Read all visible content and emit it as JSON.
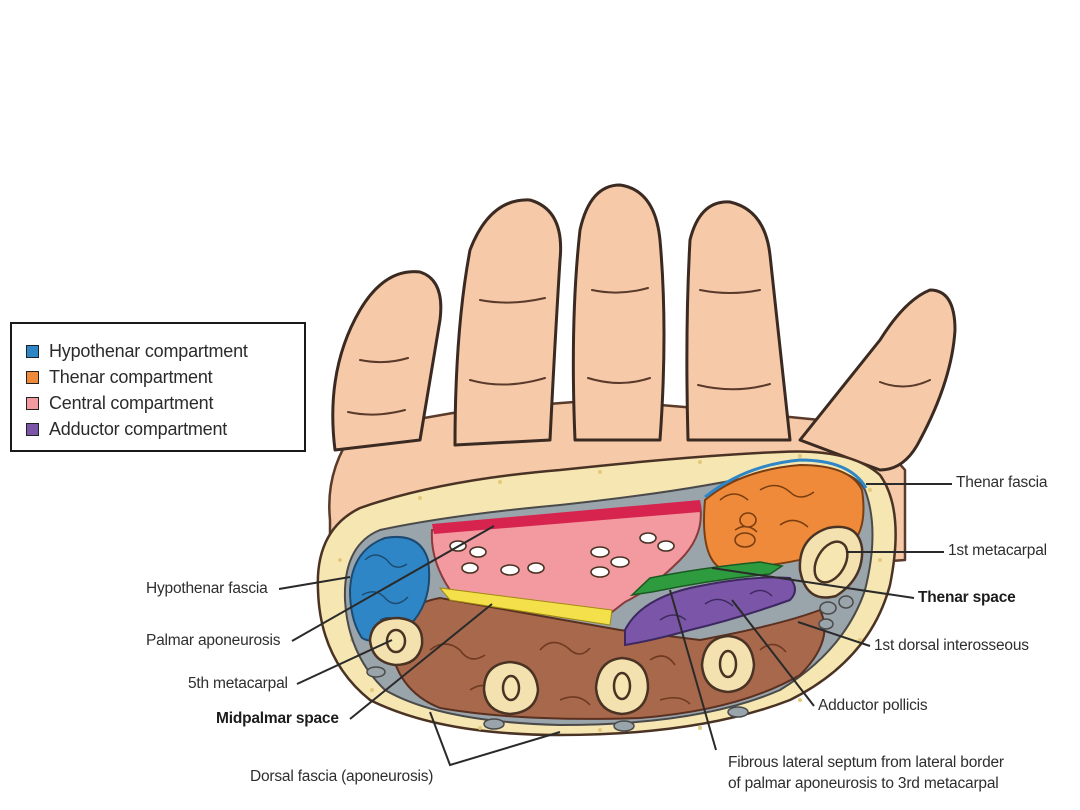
{
  "legend": {
    "items": [
      {
        "label": "Hypothenar compartment",
        "color": "#2f86c6"
      },
      {
        "label": "Thenar compartment",
        "color": "#ef8a3a"
      },
      {
        "label": "Central compartment",
        "color": "#f29aa0"
      },
      {
        "label": "Adductor compartment",
        "color": "#7a55a8"
      }
    ]
  },
  "labels": {
    "thenar_fascia": "Thenar fascia",
    "first_metacarpal": "1st metacarpal",
    "thenar_space": "Thenar space",
    "first_dorsal_interosseous": "1st dorsal interosseous",
    "adductor_pollicis": "Adductor pollicis",
    "fibrous_septum_line1": "Fibrous lateral septum from lateral border",
    "fibrous_septum_line2": "of palmar aponeurosis to 3rd metacarpal",
    "hypothenar_fascia": "Hypothenar fascia",
    "palmar_aponeurosis": "Palmar aponeurosis",
    "fifth_metacarpal": "5th metacarpal",
    "midpalmar_space": "Midpalmar space",
    "dorsal_fascia": "Dorsal fascia (aponeurosis)"
  },
  "colors": {
    "skin": "#f6c9a8",
    "fat": "#f6e6b2",
    "dorsal_muscle": "#a8684c",
    "thenar_space": "#2f9b3f",
    "midpalmar_space": "#f4e04a",
    "palmar_aponeurosis": "#d6244f",
    "bone": "#f3e2b0",
    "fascia": "#8e9aa3"
  }
}
